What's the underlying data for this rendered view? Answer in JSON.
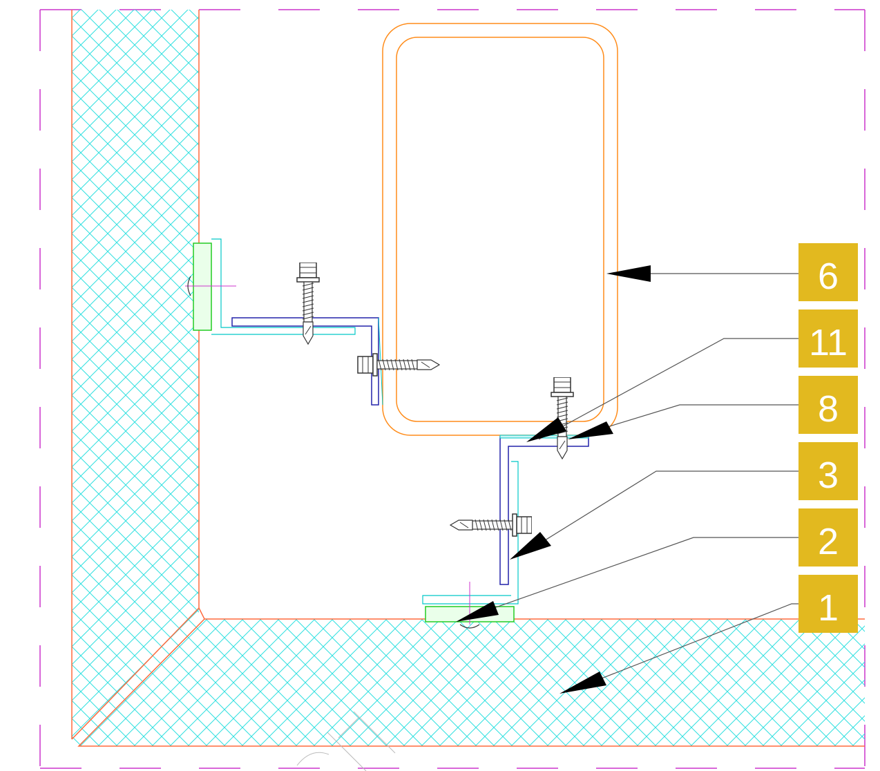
{
  "callouts": [
    {
      "id": "6",
      "label": "6"
    },
    {
      "id": "11",
      "label": "11"
    },
    {
      "id": "8",
      "label": "8"
    },
    {
      "id": "3",
      "label": "3"
    },
    {
      "id": "2",
      "label": "2"
    },
    {
      "id": "1",
      "label": "1"
    }
  ],
  "colors": {
    "callout_bg": "#e2b91f",
    "callout_text": "#ffffff",
    "hatch": "#2fe0e0",
    "panel_outline": "#ff6a3d",
    "tube": "#ff8c1a",
    "bracket": "#2222aa",
    "bracket_alt": "#00c8c8",
    "pad": "#22cc22",
    "border_dash": "#cc33cc",
    "leader": "#000000",
    "watermark": "#bbbbbb"
  },
  "icons": [
    "screw-icon",
    "arrowhead-icon"
  ]
}
